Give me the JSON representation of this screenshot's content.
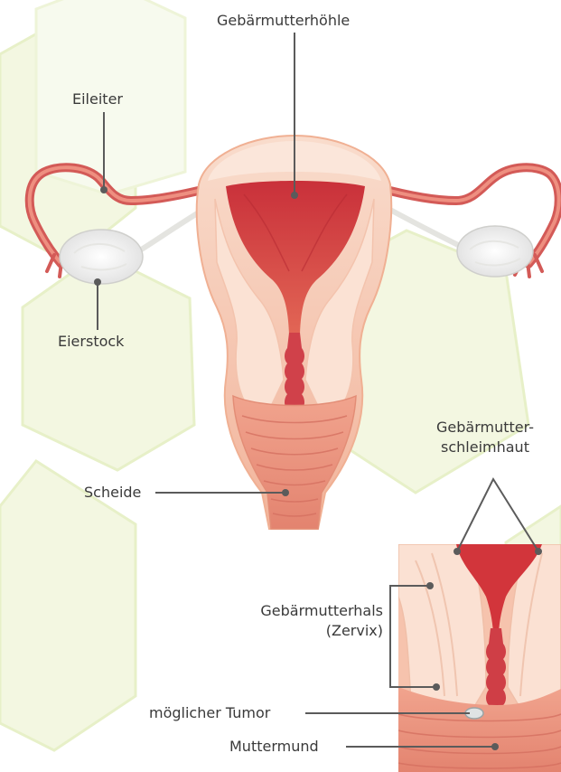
{
  "labels": {
    "cavity": "Gebärmutterhöhle",
    "tube": "Eileiter",
    "ovary": "Eierstock",
    "vagina": "Scheide",
    "endometrium_line1": "Gebärmutter-",
    "endometrium_line2": "schleimhaut",
    "cervix_line1": "Gebärmutterhals",
    "cervix_line2": "(Zervix)",
    "tumor": "möglicher Tumor",
    "os": "Muttermund"
  },
  "colors": {
    "hexagon_fill": "#f3f7e1",
    "hexagon_edge": "#e6efc6",
    "tissue_light": "#f6c9b3",
    "tissue_mid": "#eea58f",
    "cavity_red": "#d2463f",
    "muscle_red": "#e07e6e",
    "ovary_white": "#f4f4f2",
    "leader_line": "#5b5b5b",
    "text": "#3a3a3a"
  }
}
